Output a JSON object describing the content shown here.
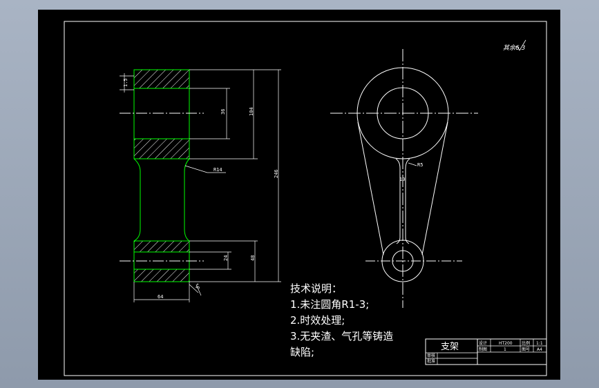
{
  "drawing": {
    "surface_roughness": "其余6.3",
    "dimensions": {
      "chamfer": "1.5",
      "bore_top": "36",
      "height_top": "104",
      "fillet_r14": "R14",
      "overall_length": "246",
      "bore_bottom": "24",
      "height_bottom": "48",
      "width_bottom": "64",
      "angle_mark": "5°",
      "rib_width": "10",
      "rib_radius": "R5"
    },
    "tech_notes": {
      "heading": "技术说明：",
      "items": [
        "1.未注圆角R1-3;",
        "2.时效处理;",
        "3.无夹渣、气孔等铸造",
        "缺陷;"
      ]
    },
    "title_block": {
      "part_name": "支架",
      "designer_label": "设计",
      "material": "HT200",
      "scale_label": "比例",
      "scale_value": "1:1",
      "drafter_label": "制图",
      "quantity": "1",
      "sheet_label": "图号",
      "sheet_value": "A4",
      "checker_label": "审核",
      "approve_label": "批准"
    }
  },
  "colors": {
    "outline": "#ffffff",
    "profile": "#00ff00",
    "hatch": "#ffffff",
    "background": "#000000"
  }
}
